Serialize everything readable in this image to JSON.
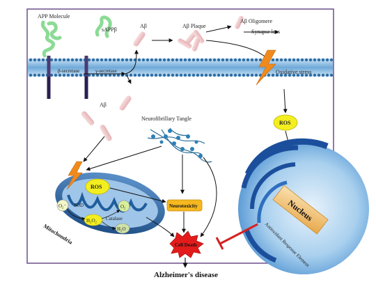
{
  "labels": {
    "app_molecule": "APP Molecule",
    "sappb": "sAPPβ",
    "ab_top": "Aβ",
    "ab_plaque": "Aβ Plaque",
    "ab_oligomere": "Aβ Oligomere",
    "synapse_loss": "Synapse loss",
    "beta_secretase": "β-secretase",
    "gamma_secretase": "γ-secretase",
    "oxidative_stress": "Oxidative stress",
    "ab_mid": "Aβ",
    "nft": "Neurofibrillary Tangle",
    "ros_right": "ROS",
    "ros_mito": "ROS",
    "o2_minus": "O₂⁻",
    "sod": "SOD",
    "o2": "O₂",
    "h2o2": "H₂O₂",
    "catalase": "Catalase",
    "h2o": "H₂O",
    "mitochondria": "Mitochondria",
    "neurotoxicity": "Neurotoxicity",
    "cell_death": "Cell Death",
    "nucleus": "Nucleus",
    "are": "Antioxidant Response Element",
    "title": "Alzheimer's disease"
  },
  "colors": {
    "membrane": "#2e6da4",
    "membrane_light": "#8ec3ea",
    "app_green": "#7fd48a",
    "peptide_pink": "#f3c9cc",
    "ros_yellow": "#f3ee1f",
    "neuro_orange": "#f5b81f",
    "nucleus_blue": "#1b4f9c",
    "inhibit_red": "#d62020",
    "cell_death_red": "#e41b1b",
    "frame": "#6b4e8c"
  }
}
